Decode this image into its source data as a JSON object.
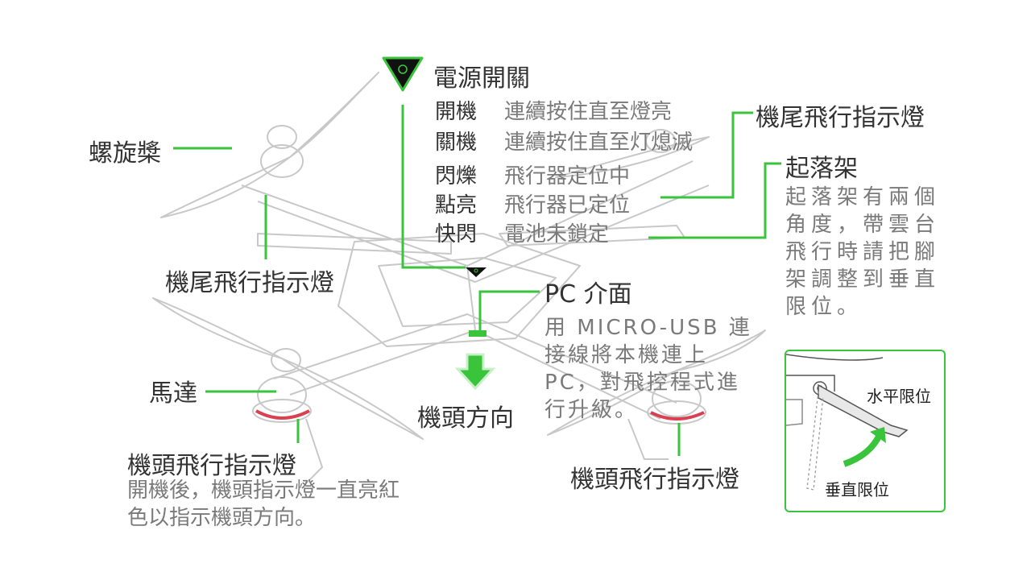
{
  "power_switch": {
    "title": "電源開關",
    "rows": [
      {
        "key": "開機",
        "value": "連續按住直至燈亮"
      },
      {
        "key": "關機",
        "value": "連續按住直至灯熄滅"
      },
      {
        "key": "閃爍",
        "value": "飛行器定位中"
      },
      {
        "key": "點亮",
        "value": "飛行器已定位"
      },
      {
        "key": "快閃",
        "value": "電池未鎖定"
      }
    ]
  },
  "propeller_label": "螺旋槳",
  "tail_light_left": "機尾飛行指示燈",
  "tail_light_right": "機尾飛行指示燈",
  "landing_gear": {
    "title": "起落架",
    "description": "起落架有兩個角度，帶雲台飛行時請把腳架調整到垂直限位。"
  },
  "pc_interface": {
    "title": "PC 介面",
    "description": "用 MICRO-USB 連接線將本機連上PC，對飛控程式進行升級。"
  },
  "motor_label": "馬達",
  "head_direction": "機頭方向",
  "head_light_left": {
    "title": "機頭飛行指示燈",
    "description": "開機後，機頭指示燈一直亮紅色以指示機頭方向。"
  },
  "head_light_right": "機頭飛行指示燈",
  "inset": {
    "horizontal_limit": "水平限位",
    "vertical_limit": "垂直限位"
  },
  "colors": {
    "accent_green": "#39c43c",
    "line_gray": "#c8c8c8",
    "text_dark": "#333333",
    "text_gray": "#7a7a7a",
    "led_red": "#d94050"
  }
}
